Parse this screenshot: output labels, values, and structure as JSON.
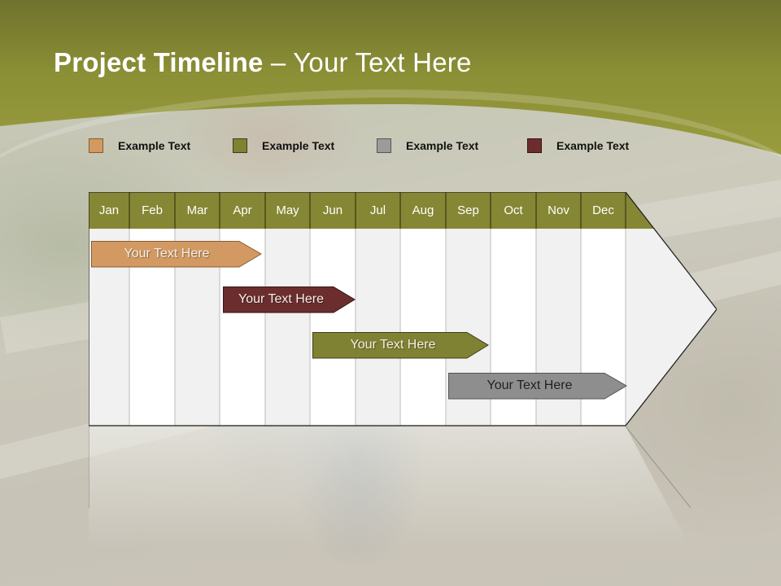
{
  "title": {
    "bold": "Project Timeline",
    "rest": " – Your Text Here"
  },
  "legend": [
    {
      "label": "Example Text",
      "color": "#d29a62"
    },
    {
      "label": "Example Text",
      "color": "#7f8232"
    },
    {
      "label": "Example Text",
      "color": "#9b9b9b"
    },
    {
      "label": "Example Text",
      "color": "#6b2d2d"
    }
  ],
  "months": [
    "Jan",
    "Feb",
    "Mar",
    "Apr",
    "May",
    "Jun",
    "Jul",
    "Aug",
    "Sep",
    "Oct",
    "Nov",
    "Dec"
  ],
  "colors": {
    "header_band": "#868a34",
    "month_header": "#858734",
    "column_light": "#f0f0f0",
    "column_white": "#ffffff"
  },
  "bars": [
    {
      "label": "Your  Text Here",
      "color": "#d29a62",
      "start_month": "Jan",
      "end_month": "Apr"
    },
    {
      "label": "Your  Text Here",
      "color": "#6b2d2d",
      "start_month": "Apr",
      "end_month": "Jun"
    },
    {
      "label": "Your  Text Here",
      "color": "#7f8232",
      "start_month": "Jun",
      "end_month": "Sep"
    },
    {
      "label": "Your  Text Here",
      "color": "#8e8e8e",
      "start_month": "Sep",
      "end_month": "Dec"
    }
  ]
}
